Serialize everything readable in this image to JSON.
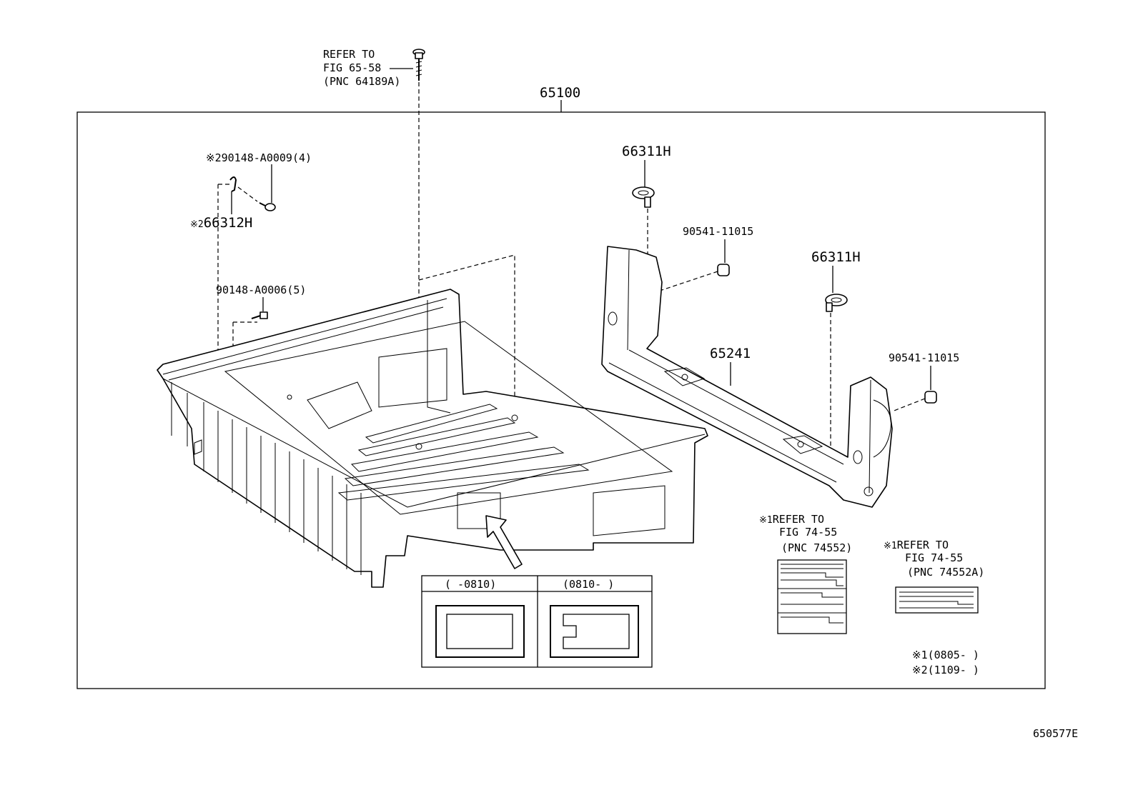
{
  "diagram": {
    "assembly_label": "65100",
    "refer_top": {
      "line1": "REFER TO",
      "line2": "FIG 65-58",
      "line3": "(PNC 64189A)"
    },
    "parts": {
      "bolt_upper": "90148-A0009(4)",
      "bolt_upper_mark": "※2",
      "hook": "66312H",
      "hook_mark": "※2",
      "bolt_lower": "90148-A0006(5)",
      "tiedown_1": "66311H",
      "tiedown_2": "66311H",
      "nut_1": "90541-11015",
      "nut_2": "90541-11015",
      "rail": "65241"
    },
    "refer_label_1": {
      "mark": "※1",
      "line1": "REFER TO",
      "line2": "FIG 74-55",
      "line3": "(PNC 74552)"
    },
    "refer_label_2": {
      "mark": "※1",
      "line1": "REFER TO",
      "line2": "FIG 74-55",
      "line3": "(PNC 74552A)"
    },
    "variant_table": {
      "col1": "(     -0810)",
      "col2": "(0810-     )"
    },
    "notes": {
      "note1": "※1(0805-      )",
      "note2": "※2(1109-      )"
    },
    "figure_id": "650577E"
  }
}
